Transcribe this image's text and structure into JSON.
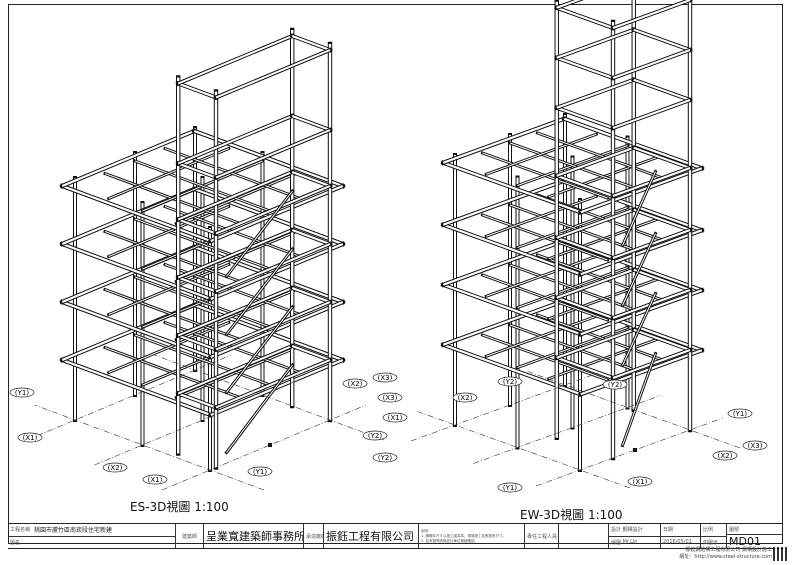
{
  "views": [
    {
      "title": "ES-3D視圖 1:100",
      "axis_labels": [
        "(Y1)",
        "(X1)",
        "(X2)",
        "(X1)",
        "(Y1)",
        "(X2)",
        "(X3)",
        "(Y2)"
      ]
    },
    {
      "title": "EW-3D視圖 1:100",
      "axis_labels": [
        "(X3)",
        "(X1)",
        "(Y2)",
        "(Y2)",
        "(Y1)",
        "(X1)",
        "(X2)",
        "(X3)",
        "(Y1)",
        "(X2)",
        "(Y2)"
      ]
    }
  ],
  "title_block": {
    "project_label": "工程名稱",
    "project_name": "桃園市蘆竹區南崁段住宅新建",
    "drawing_label": "圖名",
    "architect_label": "建築師",
    "architect": "呈業寬建築師事務所",
    "contractor_label": "承造廠商",
    "contractor": "振鈺工程有限公司",
    "notes_label": "說明:",
    "note_1": "1. 鋼構件尺寸以施工圖為準，現場施工前應核對尺寸。",
    "note_2": "2. 如有疑問請與設計單位聯絡確認。",
    "stamp_label": "專任工程人員",
    "design_label": "設計",
    "design_value": "鋼構設計",
    "draw_label": "繪圖",
    "draw_value": "Mr.Lin",
    "date_label": "日期",
    "date_value": "2016/05/01",
    "scale_label": "比例",
    "scale_value": "如圖示",
    "sheet_label": "圖號",
    "sheet_no": "MD01"
  },
  "footer": {
    "company_line": "振鈺鋼結構工程有限公司 鋼構設計施工",
    "website": "網址：http://www.steel-structure.com"
  }
}
